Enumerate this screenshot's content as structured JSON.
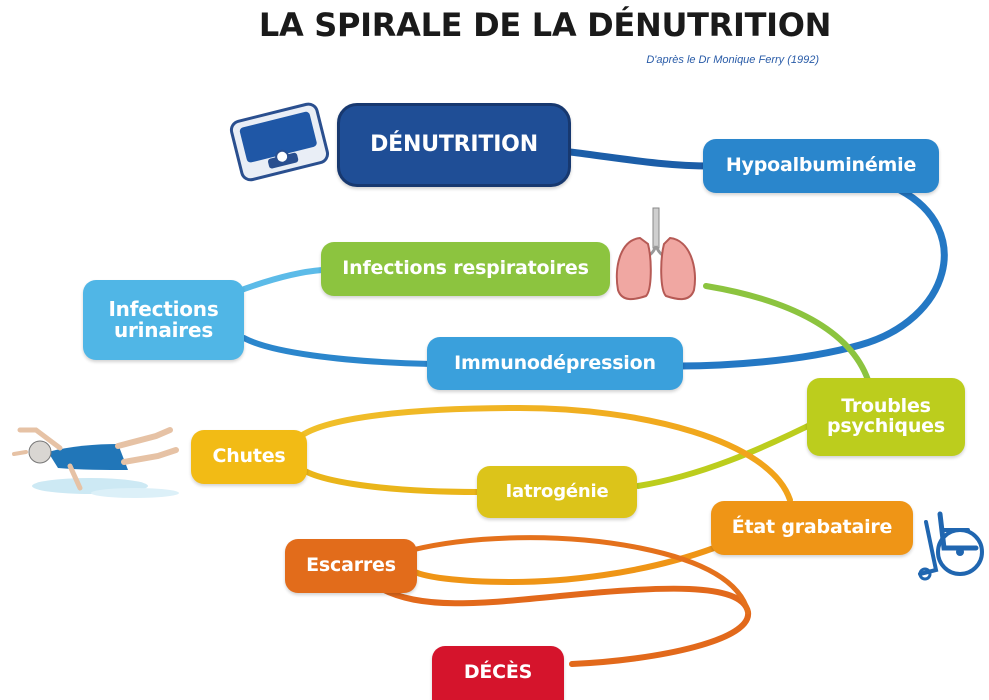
{
  "header": {
    "title": "LA SPIRALE DE LA DÉNUTRITION",
    "subtitle": "D'après le Dr Monique Ferry (1992)"
  },
  "nodes": {
    "denutrition": "DÉNUTRITION",
    "hypoalbuminemie": "Hypoalbuminémie",
    "infections_respiratoires": "Infections respiratoires",
    "infections_urinaires": "Infections urinaires",
    "immunodepression": "Immunodépression",
    "troubles_psychiques": "Troubles psychiques",
    "chutes": "Chutes",
    "iatrogenie": "Iatrogénie",
    "etat_grabataire": "État grabataire",
    "escarres": "Escarres",
    "deces": "DÉCÈS"
  },
  "colors": {
    "dark_blue": "#1f4e96",
    "blue": "#2a86cc",
    "light_blue": "#50b6e6",
    "green": "#8cc43f",
    "yellow_green": "#bccd1d",
    "yellow": "#eab51a",
    "orange": "#ef9516",
    "dark_orange": "#e26c1b",
    "red": "#d5142c"
  },
  "icons": [
    "scale-icon",
    "lungs-icon",
    "falling-person-icon",
    "wheelchair-icon"
  ]
}
